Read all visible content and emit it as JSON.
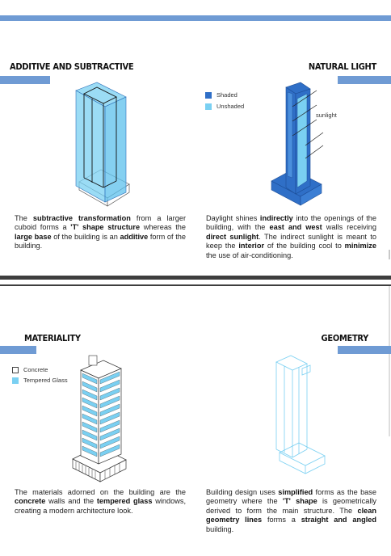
{
  "sections": [
    {
      "id": "additive",
      "title": "ADDITIVE AND SUBTRACTIVE",
      "paragraph": [
        {
          "t": "The "
        },
        {
          "b": "subtractive transformation"
        },
        {
          "t": " from a larger cuboid forms a "
        },
        {
          "b": "'T' shape structure"
        },
        {
          "t": " whereas the "
        },
        {
          "b": "large base"
        },
        {
          "t": " of the building is an "
        },
        {
          "b": "additive"
        },
        {
          "t": " form of the building."
        }
      ]
    },
    {
      "id": "natural-light",
      "title": "NATURAL LIGHT",
      "legend": [
        {
          "label": "Shaded",
          "color": "#2f6fc7"
        },
        {
          "label": "Unshaded",
          "color": "#7ad0f2"
        }
      ],
      "annotation": "sunlight",
      "paragraph": [
        {
          "t": "Daylight shines "
        },
        {
          "b": "indirectly"
        },
        {
          "t": " into the openings of the building, with the "
        },
        {
          "b": "east and west"
        },
        {
          "t": " walls receiving "
        },
        {
          "b": "direct sunlight"
        },
        {
          "t": ". The indirect sunlight is meant to keep the "
        },
        {
          "b": "interior"
        },
        {
          "t": " of the building cool to "
        },
        {
          "b": "minimize"
        },
        {
          "t": " the use of air-conditioning."
        }
      ]
    },
    {
      "id": "materiality",
      "title": "MATERIALITY",
      "legend": [
        {
          "label": "Concrete",
          "color": "#ffffff"
        },
        {
          "label": "Tempered Glass",
          "color": "#7ad0f2"
        }
      ],
      "paragraph": [
        {
          "t": "The materials adorned on the building are the "
        },
        {
          "b": "concrete"
        },
        {
          "t": " walls and the "
        },
        {
          "b": "tempered glass"
        },
        {
          "t": " windows, creating a modern architecture look."
        }
      ]
    },
    {
      "id": "geometry",
      "title": "GEOMETRY",
      "paragraph": [
        {
          "t": "Building design uses "
        },
        {
          "b": "simplified"
        },
        {
          "t": " forms as the base geometry where the "
        },
        {
          "b": "'T' shape"
        },
        {
          "t": " is geometrically derived to form the main structure. The "
        },
        {
          "b": "clean geometry lines"
        },
        {
          "t": " forms a "
        },
        {
          "b": "straight and angled"
        },
        {
          "t": " building."
        }
      ]
    }
  ],
  "colors": {
    "accent": "#6f9bd4",
    "divider": "#3e3e3e",
    "glass": "#7ad0f2",
    "shaded": "#2f6fc7"
  }
}
